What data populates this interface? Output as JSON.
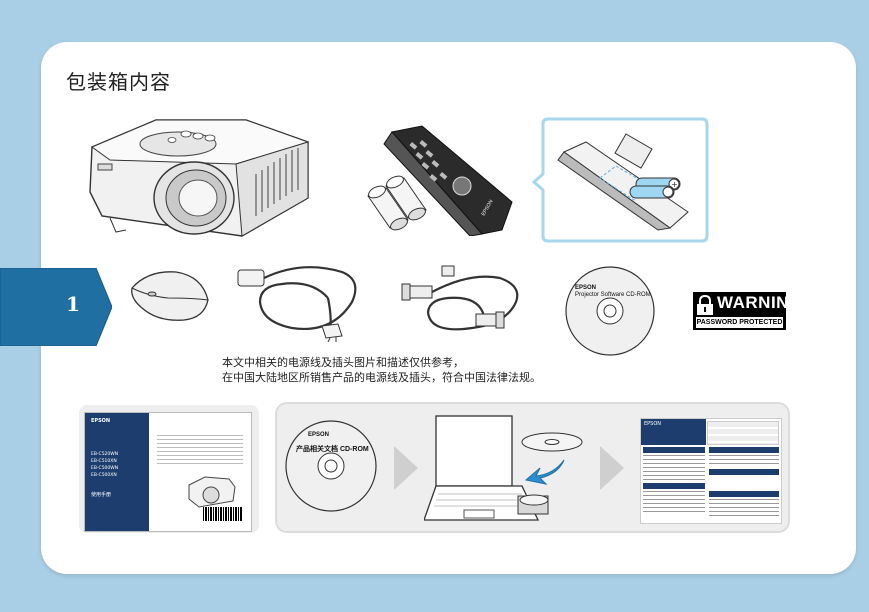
{
  "page": {
    "title": "包装箱内容",
    "chapter_number": "1"
  },
  "note": {
    "line1": "本文中相关的电源线及插头图片和描述仅供参考，",
    "line2": "在中国大陆地区所销售产品的电源线及插头，符合中国法律法规。"
  },
  "remote": {
    "brand": "EPSON"
  },
  "cd_projector": {
    "brand": "EPSON",
    "label": "Projector Software CD-ROM"
  },
  "cd_doc": {
    "brand": "EPSON",
    "label": "产品相关文档 CD-ROM"
  },
  "warning_sticker": {
    "main": "WARNING",
    "sub": "PASSWORD PROTECTED"
  },
  "manual": {
    "brand": "EPSON",
    "models": [
      "EB-C520WN",
      "EB-C510XN",
      "EB-C500WN",
      "EB-C500XN"
    ],
    "bottom": "使用手册"
  },
  "quick_card": {
    "brand": "EPSON"
  },
  "colors": {
    "background": "#a9cfe6",
    "tab_blue": "#1f6fa3",
    "highlight_border": "#a9d6ef",
    "arrow_gray": "#cfcfcf",
    "dark_navy": "#1d3d6e"
  }
}
